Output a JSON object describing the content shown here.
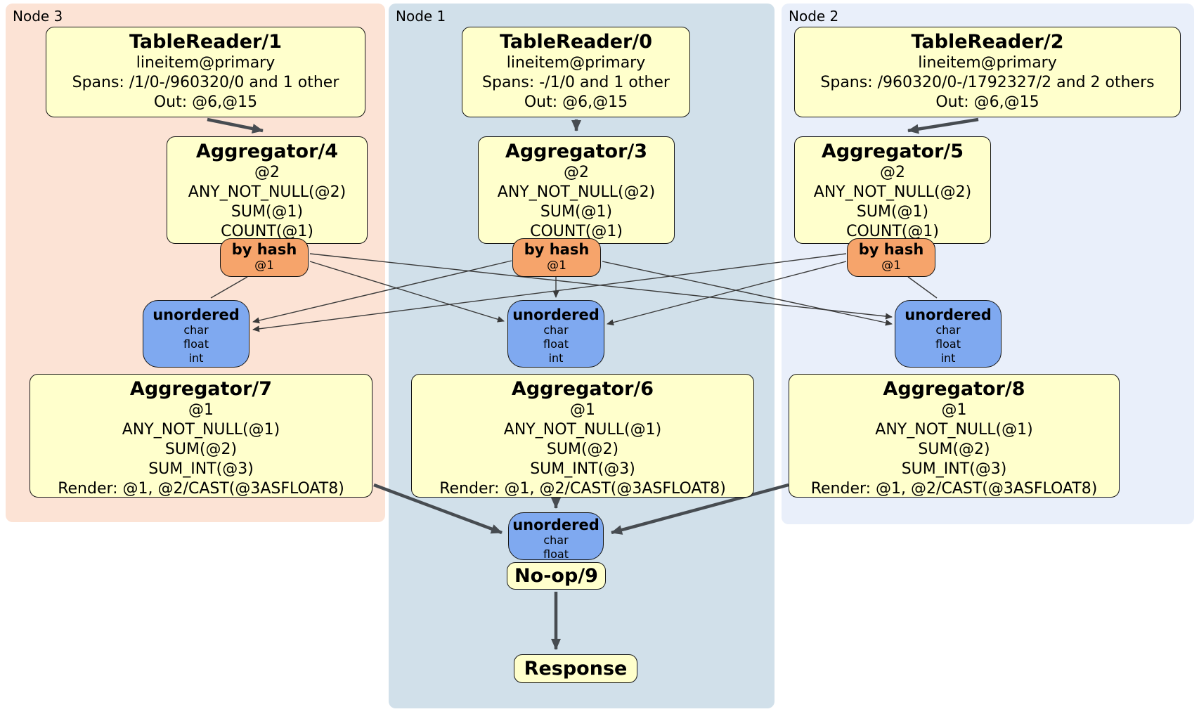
{
  "panels": {
    "node3": {
      "label": "Node 3"
    },
    "node1": {
      "label": "Node 1"
    },
    "node2": {
      "label": "Node 2"
    }
  },
  "boxes": {
    "tr1": {
      "title": "TableReader/1",
      "lines": [
        "lineitem@primary",
        "Spans: /1/0-/960320/0 and 1 other",
        "Out: @6,@15"
      ]
    },
    "tr0": {
      "title": "TableReader/0",
      "lines": [
        "lineitem@primary",
        "Spans: -/1/0 and 1 other",
        "Out: @6,@15"
      ]
    },
    "tr2": {
      "title": "TableReader/2",
      "lines": [
        "lineitem@primary",
        "Spans: /960320/0-/1792327/2 and 2 others",
        "Out: @6,@15"
      ]
    },
    "agg4": {
      "title": "Aggregator/4",
      "lines": [
        "@2",
        "ANY_NOT_NULL(@2)",
        "SUM(@1)",
        "COUNT(@1)"
      ]
    },
    "agg3": {
      "title": "Aggregator/3",
      "lines": [
        "@2",
        "ANY_NOT_NULL(@2)",
        "SUM(@1)",
        "COUNT(@1)"
      ]
    },
    "agg5": {
      "title": "Aggregator/5",
      "lines": [
        "@2",
        "ANY_NOT_NULL(@2)",
        "SUM(@1)",
        "COUNT(@1)"
      ]
    },
    "byhash3": {
      "title": "by hash",
      "lines": [
        "@1"
      ]
    },
    "byhash1": {
      "title": "by hash",
      "lines": [
        "@1"
      ]
    },
    "byhash2": {
      "title": "by hash",
      "lines": [
        "@1"
      ]
    },
    "unordered3": {
      "title": "unordered",
      "lines": [
        "char",
        "float",
        "int"
      ]
    },
    "unordered1": {
      "title": "unordered",
      "lines": [
        "char",
        "float",
        "int"
      ]
    },
    "unordered2": {
      "title": "unordered",
      "lines": [
        "char",
        "float",
        "int"
      ]
    },
    "agg7": {
      "title": "Aggregator/7",
      "lines": [
        "@1",
        "ANY_NOT_NULL(@1)",
        "SUM(@2)",
        "SUM_INT(@3)",
        "Render: @1, @2/CAST(@3ASFLOAT8)"
      ]
    },
    "agg6": {
      "title": "Aggregator/6",
      "lines": [
        "@1",
        "ANY_NOT_NULL(@1)",
        "SUM(@2)",
        "SUM_INT(@3)",
        "Render: @1, @2/CAST(@3ASFLOAT8)"
      ]
    },
    "agg8": {
      "title": "Aggregator/8",
      "lines": [
        "@1",
        "ANY_NOT_NULL(@1)",
        "SUM(@2)",
        "SUM_INT(@3)",
        "Render: @1, @2/CAST(@3ASFLOAT8)"
      ]
    },
    "unordered_final": {
      "title": "unordered",
      "lines": [
        "char",
        "float"
      ]
    },
    "noop": {
      "title": "No-op/9"
    },
    "response": {
      "title": "Response"
    }
  },
  "edges": [
    {
      "from": "tablereader-1",
      "to": "aggregator-4",
      "style": "thick"
    },
    {
      "from": "tablereader-0",
      "to": "aggregator-3",
      "style": "thick"
    },
    {
      "from": "tablereader-2",
      "to": "aggregator-5",
      "style": "thick"
    },
    {
      "from": "by-hash-node3",
      "to": "unordered-node3",
      "style": "thin"
    },
    {
      "from": "by-hash-node3",
      "to": "unordered-node1",
      "style": "thin"
    },
    {
      "from": "by-hash-node3",
      "to": "unordered-node2",
      "style": "thin"
    },
    {
      "from": "by-hash-node1",
      "to": "unordered-node3",
      "style": "thin"
    },
    {
      "from": "by-hash-node1",
      "to": "unordered-node1",
      "style": "thin"
    },
    {
      "from": "by-hash-node1",
      "to": "unordered-node2",
      "style": "thin"
    },
    {
      "from": "by-hash-node2",
      "to": "unordered-node3",
      "style": "thin"
    },
    {
      "from": "by-hash-node2",
      "to": "unordered-node1",
      "style": "thin"
    },
    {
      "from": "by-hash-node2",
      "to": "unordered-node2",
      "style": "thin"
    },
    {
      "from": "aggregator-7",
      "to": "unordered-final",
      "style": "thick"
    },
    {
      "from": "aggregator-6",
      "to": "unordered-final",
      "style": "thick"
    },
    {
      "from": "aggregator-8",
      "to": "unordered-final",
      "style": "thick"
    },
    {
      "from": "no-op-9",
      "to": "response",
      "style": "thick"
    }
  ],
  "colors": {
    "panel_node3": "#fce3d5",
    "panel_node1": "#d1e0ea",
    "panel_node2": "#e9effa",
    "processor_box": "#ffffcc",
    "hash_router": "#f6a46b",
    "sync_box": "#7fa9f0",
    "edge_thick": "#474c51",
    "edge_thin": "#3a3a3a"
  }
}
